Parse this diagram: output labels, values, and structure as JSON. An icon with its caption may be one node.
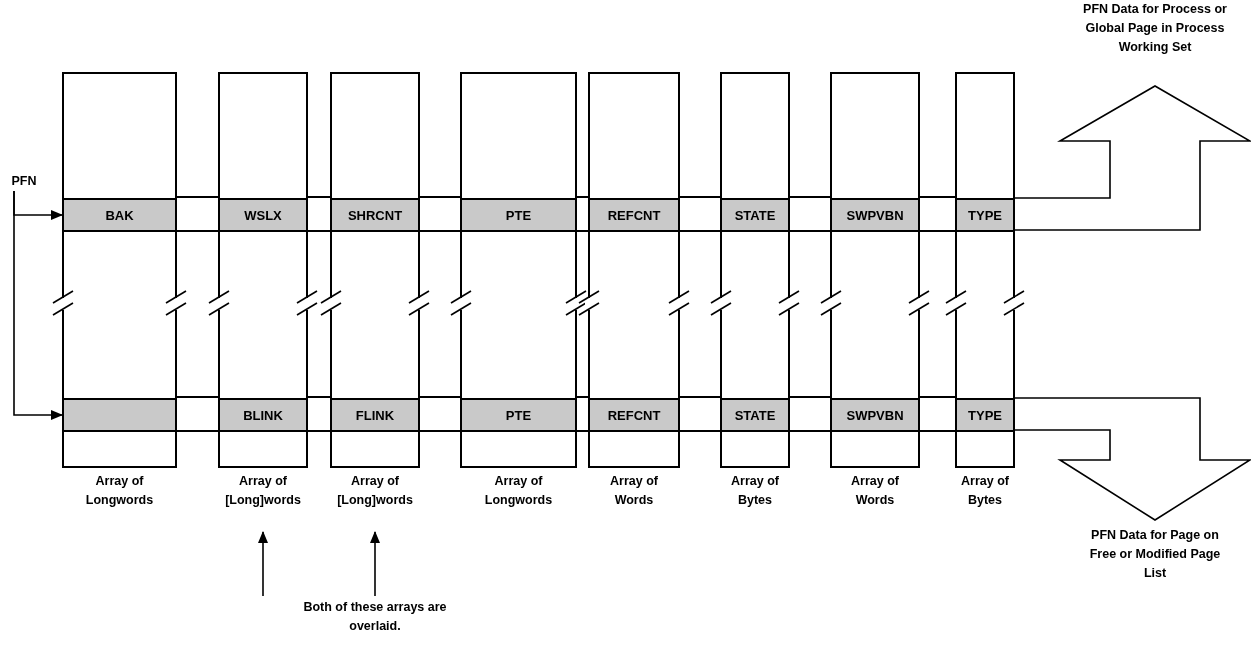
{
  "diagram": {
    "nodes": [
      {
        "text": [
          "PFN Data for Process or Global Page in Process Working Set"
        ]
      },
      {
        "text": [
          "PFN"
        ]
      },
      {
        "text": [
          "Array of Longwords"
        ]
      },
      {
        "text": [
          "BAK"
        ],
        "in": 2
      },
      {
        "text": [],
        "shape": "box",
        "in": 2
      },
      {
        "text": [
          "Array of [Long]words"
        ]
      },
      {
        "text": [
          "WSLX"
        ],
        "in": 5
      },
      {
        "text": [
          "BLINK"
        ],
        "in": 5
      },
      {
        "text": [
          "Array of [Long]words"
        ]
      },
      {
        "text": [
          "SHRCNT"
        ],
        "in": 8
      },
      {
        "text": [
          "FLINK"
        ],
        "in": 8
      },
      {
        "text": [
          "Array of Longwords"
        ]
      },
      {
        "text": [
          "PTE"
        ],
        "in": 11
      },
      {
        "text": [
          "PTE"
        ],
        "in": 11
      },
      {
        "text": [
          "Array of Words"
        ]
      },
      {
        "text": [
          "REFCNT"
        ],
        "in": 14
      },
      {
        "text": [
          "REFCNT"
        ],
        "in": 14
      },
      {
        "text": [
          "Array of Bytes"
        ]
      },
      {
        "text": [
          "STATE"
        ],
        "in": 17
      },
      {
        "text": [
          "STATE"
        ],
        "in": 17
      },
      {
        "text": [
          "Array of Words"
        ]
      },
      {
        "text": [
          "SWPVBN"
        ],
        "in": 20
      },
      {
        "text": [
          "SWPVBN"
        ],
        "in": 20
      },
      {
        "text": [
          "Array of Bytes"
        ]
      },
      {
        "text": [
          "TYPE"
        ],
        "in": 23
      },
      {
        "text": [
          "TYPE"
        ],
        "in": 23
      },
      {
        "text": [
          "PFN Data for Page on Free or Modified Page List"
        ]
      },
      {
        "text": [
          "Both of these arrays are overlaid."
        ]
      }
    ],
    "edges": [
      {
        "from": 1,
        "to": 3,
        "arrow": "to"
      },
      {
        "from": 1,
        "to": 4,
        "arrow": "to"
      },
      {
        "from": 27,
        "to": 5,
        "arrow": "to"
      },
      {
        "from": 27,
        "to": 8,
        "arrow": "to"
      }
    ]
  }
}
